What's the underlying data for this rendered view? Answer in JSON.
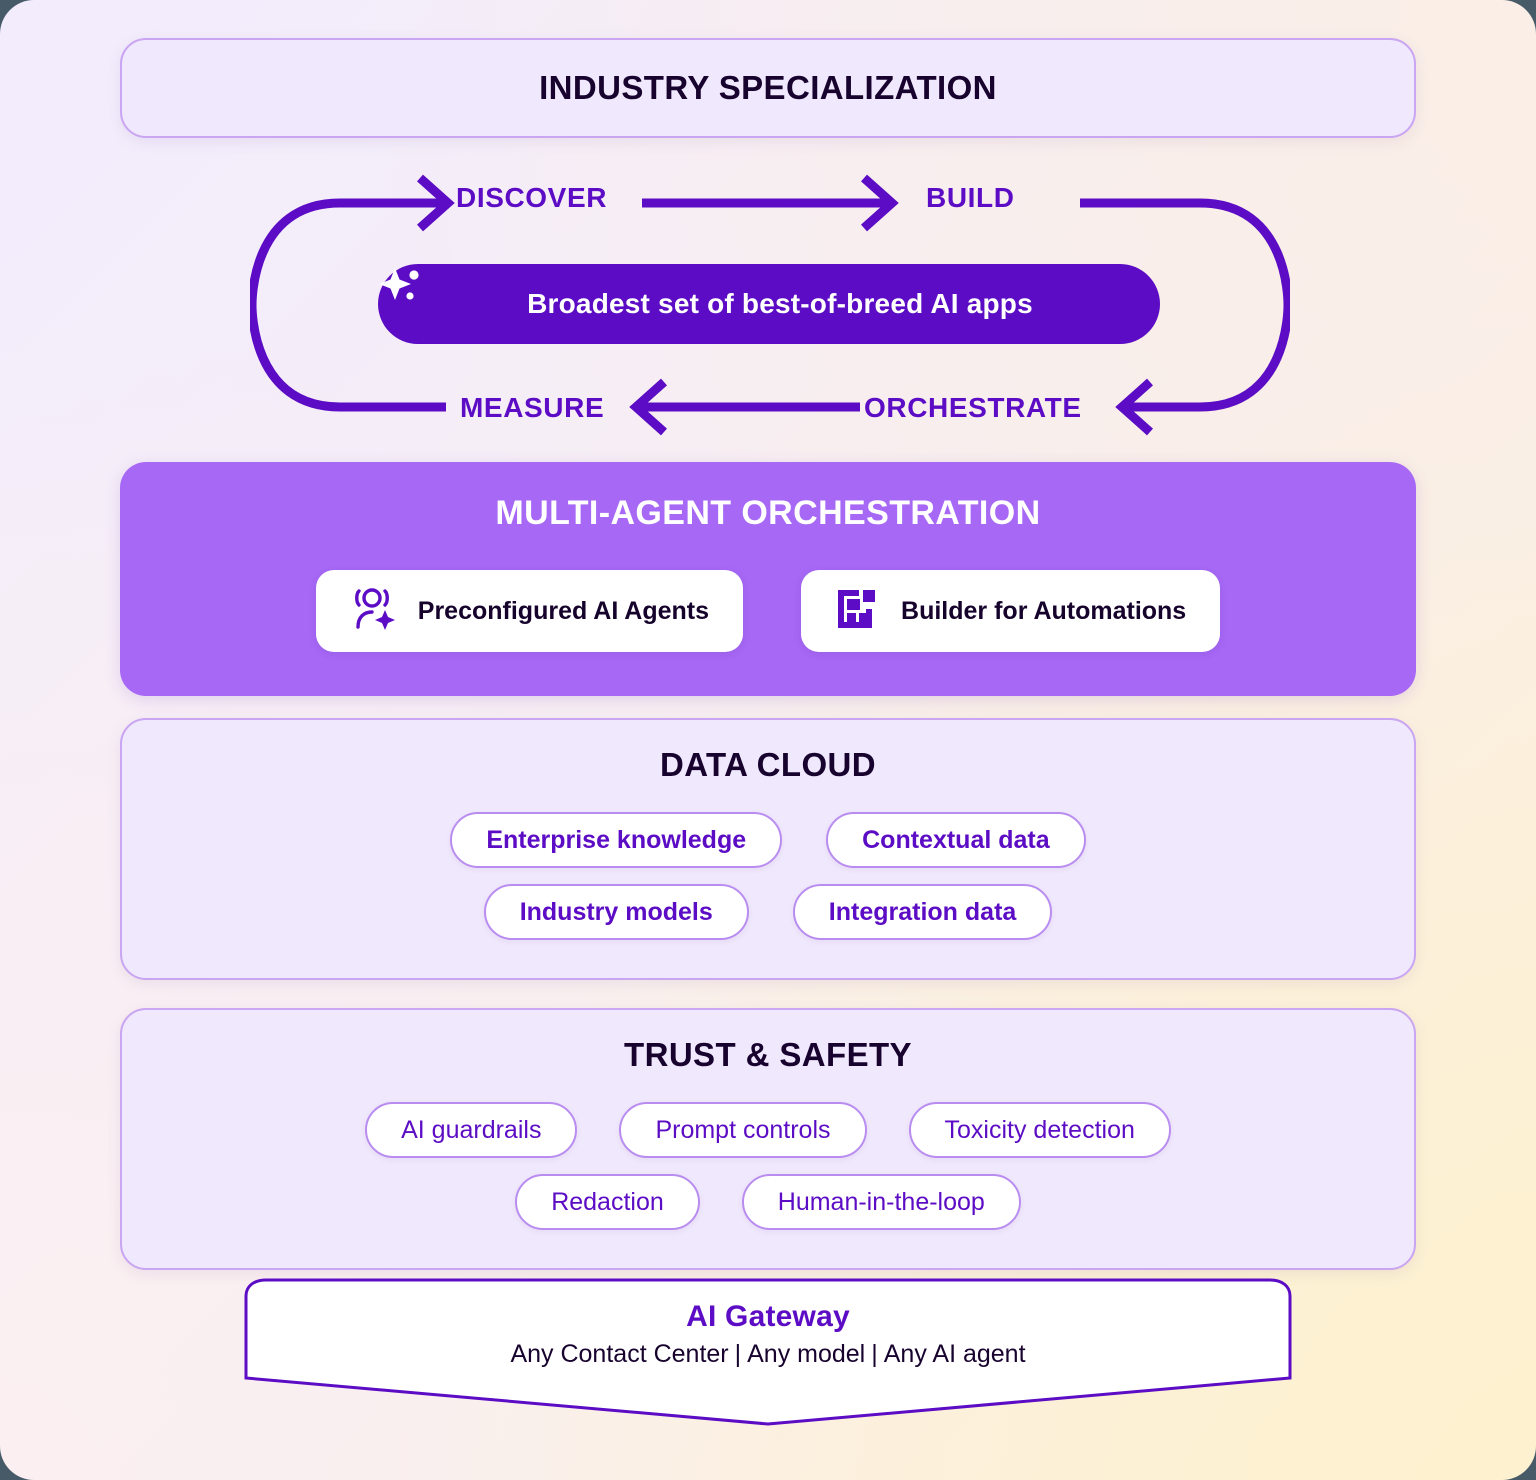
{
  "industry": {
    "title": "INDUSTRY SPECIALIZATION"
  },
  "cycle": {
    "labels": {
      "discover": "DISCOVER",
      "build": "BUILD",
      "orchestrate": "ORCHESTRATE",
      "measure": "MEASURE"
    },
    "pill": {
      "text": "Broadest set of best-of-breed AI apps",
      "icon": "sparkle-icon"
    }
  },
  "multi_agent": {
    "title": "MULTI-AGENT ORCHESTRATION",
    "chips": [
      {
        "label": "Preconfigured AI Agents",
        "icon": "ai-agent-person-icon"
      },
      {
        "label": "Builder for Automations",
        "icon": "builder-blocks-icon"
      }
    ]
  },
  "data_cloud": {
    "title": "DATA CLOUD",
    "rows": [
      [
        "Enterprise knowledge",
        "Contextual data"
      ],
      [
        "Industry models",
        "Integration data"
      ]
    ]
  },
  "trust_safety": {
    "title": "TRUST & SAFETY",
    "rows": [
      [
        "AI guardrails",
        "Prompt controls",
        "Toxicity detection"
      ],
      [
        "Redaction",
        "Human-in-the-loop"
      ]
    ]
  },
  "gateway": {
    "title": "AI Gateway",
    "subtitle_parts": [
      "Any Contact Center",
      "Any model",
      "Any AI agent"
    ],
    "separator": "|"
  },
  "colors": {
    "deep_purple": "#5b0cc4",
    "mid_purple": "#a668f5",
    "light_purple_card": "#f0e8fc",
    "card_border": "#c9a5f2",
    "pill_border": "#b98df0",
    "dark_text": "#17032e",
    "white": "#ffffff"
  }
}
